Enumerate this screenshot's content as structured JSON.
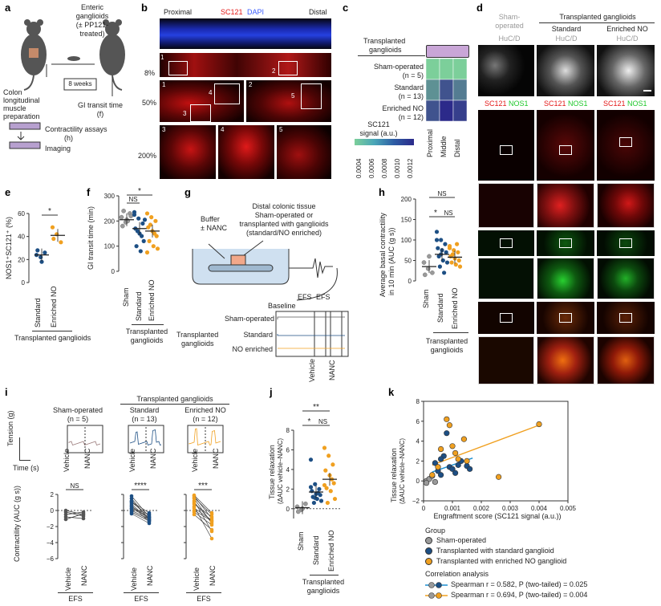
{
  "panels": {
    "a": {
      "label": "a",
      "enteric": "Enteric",
      "ganglioids": "ganglioids",
      "pp121": "(± PP121-",
      "treated": "treated)",
      "weeks": "8 weeks",
      "colon1": "Colon",
      "colon2": "longitudinal",
      "colon3": "muscle",
      "colon4": "preparation",
      "transit1": "GI transit time",
      "transit2": "(f)",
      "contract": "Contractility assays",
      "contract2": "(h)",
      "imaging": "Imaging"
    },
    "b": {
      "label": "b",
      "proximal": "Proximal",
      "sc121": "SC121",
      "dapi": "DAPI",
      "distal": "Distal",
      "mag8": "8%",
      "mag50": "50%",
      "mag200": "200%",
      "n1": "1",
      "n2": "2",
      "n3": "3",
      "n4": "4",
      "n5": "5"
    },
    "c": {
      "label": "c",
      "header1": "Transplanted",
      "header2": "ganglioids",
      "rows": [
        {
          "name": "Sham-operated",
          "n": "(n = 5)"
        },
        {
          "name": "Standard",
          "n": "(n = 13)"
        },
        {
          "name": "Enriched NO",
          "n": "(n = 12)"
        }
      ],
      "cols": [
        "Proximal",
        "Middle",
        "Distal"
      ],
      "colorbar_title1": "SC121",
      "colorbar_title2": "signal (a.u.)",
      "colorbar_ticks": [
        "0.0004",
        "0.0006",
        "0.0008",
        "0.0010",
        "0.0012"
      ]
    },
    "d": {
      "label": "d",
      "sham1": "Sham-",
      "sham2": "operated",
      "transplanted": "Transplanted ganglioids",
      "standard": "Standard",
      "enriched": "Enriched NO",
      "hucd": "HuC/D",
      "sc121": "SC121",
      "nos1": "NOS1"
    },
    "e": {
      "label": "e",
      "ylabel": "NOS1⁺SC121⁺ (%)",
      "yticks": [
        "0",
        "20",
        "40",
        "60"
      ],
      "sig": "*",
      "xcats": [
        "Standard",
        "Enriched NO"
      ],
      "group": "Transplanted ganglioids"
    },
    "f": {
      "label": "f",
      "ylabel": "GI transit time (min)",
      "yticks": [
        "0",
        "100",
        "200",
        "300"
      ],
      "sig_top": "*",
      "sig_ns": "NS",
      "xcats": [
        "Sham",
        "Standard",
        "Enriched NO"
      ],
      "group": "Transplanted ganglioids"
    },
    "g": {
      "label": "g",
      "buffer1": "Buffer",
      "buffer2": "± NANC",
      "tissue1": "Distal colonic tissue",
      "tissue2": "Sham-operated or",
      "tissue3": "transplanted with ganglioids",
      "tissue4": "(standard/NO enriched)",
      "baseline": "Baseline",
      "efs": "EFS",
      "sham": "Sham-operated",
      "standard": "Standard",
      "enriched": "NO enriched",
      "transplanted1": "Transplanted",
      "transplanted2": "ganglioids",
      "vehicle": "Vehicle",
      "nanc": "NANC"
    },
    "h": {
      "label": "h",
      "ylabel1": "Average basal contractility",
      "ylabel2": "in 10 min (AUC (g s))",
      "yticks": [
        "0",
        "50",
        "100",
        "150",
        "200"
      ],
      "sig_ns_top": "NS",
      "sig_star": "*",
      "sig_ns": "NS",
      "xcats": [
        "Sham",
        "Standard",
        "Enriched NO"
      ],
      "group": "Transplanted ganglioids"
    },
    "i": {
      "label": "i",
      "tension": "Tension (g)",
      "time": "Time (s)",
      "sham": "Sham-operated",
      "sham_n": "(n = 5)",
      "transplanted": "Transplanted ganglioids",
      "standard": "Standard",
      "standard_n": "(n = 13)",
      "enriched": "Enriched NO",
      "enriched_n": "(n = 12)",
      "vehicle": "Vehicle",
      "nanc": "NANC",
      "ylabel": "Contractility (AUC (g s))",
      "yticks": [
        "2",
        "0",
        "−2",
        "−4",
        "−6"
      ],
      "sig": [
        "NS",
        "****",
        "***"
      ],
      "efs": "EFS"
    },
    "j": {
      "label": "j",
      "ylabel1": "Tissue relaxation",
      "ylabel2": "(ΔAUC vehicle−NANC)",
      "yticks": [
        "0",
        "2",
        "4",
        "6",
        "8"
      ],
      "sig_top": "**",
      "sig_star": "*",
      "sig_ns": "NS",
      "xcats": [
        "Sham",
        "Standard",
        "Enriched NO"
      ],
      "group1": "Transplanted",
      "group2": "ganglioids"
    },
    "k": {
      "label": "k",
      "ylabel1": "Tissue relaxation",
      "ylabel2": "(ΔAUC vehicle−NANC)",
      "xlabel": "Engraftment score (SC121 signal (a.u.))",
      "yticks": [
        "−2",
        "0",
        "2",
        "4",
        "6",
        "8"
      ],
      "xticks": [
        "0",
        "0.001",
        "0.002",
        "0.003",
        "0.004",
        "0.005"
      ],
      "legend_group": "Group",
      "legend_items": [
        "Sham-operated",
        "Transplanted with standard ganglioid",
        "Transplanted with enriched NO ganglioid"
      ],
      "corr_title": "Correlation analysis",
      "corr_std": "Spearman r = 0.582, P (two-tailed) = 0.025",
      "corr_enr": "Spearman r = 0.694, P (two-tailed) = 0.004"
    }
  },
  "colors": {
    "sham": "#9a9a9a",
    "standard": "#1d4f84",
    "enriched": "#f0a020",
    "red": "#e41818",
    "green": "#1ec82a",
    "heat_low": "#7ccf9a",
    "heat_high": "#2c2a8a"
  },
  "chart_data": [
    {
      "panel": "c",
      "type": "heatmap",
      "rows": [
        "Sham-operated",
        "Standard",
        "Enriched NO"
      ],
      "cols": [
        "Proximal",
        "Middle",
        "Distal"
      ],
      "values": [
        [
          0.0004,
          0.0004,
          0.0004
        ],
        [
          0.0007,
          0.001,
          0.0008
        ],
        [
          0.001,
          0.0012,
          0.0011
        ]
      ],
      "range": [
        0.0004,
        0.0012
      ]
    },
    {
      "panel": "e",
      "type": "scatter",
      "ylim": [
        0,
        60
      ],
      "series": [
        {
          "name": "Standard",
          "values": [
            24,
            22,
            26,
            28,
            18
          ]
        },
        {
          "name": "Enriched NO",
          "values": [
            48,
            42,
            35,
            38
          ]
        }
      ],
      "means": [
        24,
        41
      ]
    },
    {
      "panel": "f",
      "type": "scatter",
      "ylim": [
        0,
        300
      ],
      "series": [
        {
          "name": "Sham",
          "values": [
            215,
            195,
            230,
            180,
            205,
            220,
            240,
            200
          ]
        },
        {
          "name": "Standard",
          "values": [
            235,
            210,
            190,
            170,
            150,
            120,
            100,
            80,
            205,
            160,
            140,
            225
          ]
        },
        {
          "name": "Enriched NO",
          "values": [
            230,
            215,
            200,
            175,
            160,
            140,
            120,
            100,
            90,
            185,
            150,
            75
          ]
        }
      ],
      "means": [
        205,
        170,
        160
      ]
    },
    {
      "panel": "h",
      "type": "scatter",
      "ylim": [
        0,
        200
      ],
      "series": [
        {
          "name": "Sham",
          "values": [
            45,
            30,
            20,
            15,
            60
          ]
        },
        {
          "name": "Standard",
          "values": [
            120,
            100,
            90,
            80,
            75,
            70,
            60,
            50,
            45,
            35,
            20,
            100,
            65
          ]
        },
        {
          "name": "Enriched NO",
          "values": [
            85,
            75,
            70,
            60,
            55,
            50,
            45,
            40,
            35,
            65,
            90,
            80
          ]
        }
      ],
      "means": [
        35,
        65,
        58
      ]
    },
    {
      "panel": "i",
      "type": "line",
      "ylim": [
        -6,
        2
      ],
      "series": [
        {
          "name": "Sham-operated",
          "pairs": [
            [
              0,
              -0.5
            ],
            [
              -0.5,
              -0.2
            ],
            [
              -0.8,
              -1.0
            ],
            [
              -0.2,
              -0.7
            ],
            [
              -1.1,
              -0.4
            ]
          ]
        },
        {
          "name": "Standard",
          "pairs": [
            [
              1.8,
              -0.8
            ],
            [
              1.5,
              -1.2
            ],
            [
              1.2,
              -1.0
            ],
            [
              1.0,
              -0.6
            ],
            [
              0.6,
              -1.4
            ],
            [
              0.5,
              -0.9
            ],
            [
              0.3,
              -0.5
            ],
            [
              0.0,
              -1.1
            ],
            [
              -0.2,
              -1.3
            ],
            [
              -0.4,
              -1.6
            ],
            [
              0.8,
              -1.2
            ],
            [
              1.1,
              -0.3
            ],
            [
              0.2,
              -0.8
            ]
          ]
        },
        {
          "name": "Enriched NO",
          "pairs": [
            [
              1.8,
              -1.0
            ],
            [
              1.6,
              -0.5
            ],
            [
              1.5,
              -1.6
            ],
            [
              1.2,
              -2.6
            ],
            [
              1.0,
              -1.4
            ],
            [
              0.5,
              -3.5
            ],
            [
              0.3,
              -1.2
            ],
            [
              -0.2,
              -1.8
            ],
            [
              -0.5,
              -2.4
            ],
            [
              0.8,
              -0.8
            ],
            [
              1.9,
              -0.3
            ],
            [
              0.0,
              -1.3
            ]
          ]
        }
      ]
    },
    {
      "panel": "j",
      "type": "scatter",
      "ylim": [
        -1,
        8
      ],
      "series": [
        {
          "name": "Sham",
          "values": [
            0.2,
            -0.1,
            0.5,
            -0.3,
            0.0
          ]
        },
        {
          "name": "Standard",
          "values": [
            5.0,
            2.5,
            2.0,
            1.8,
            1.5,
            1.4,
            1.2,
            1.0,
            0.8,
            0.6,
            1.6,
            2.2,
            1.1
          ]
        },
        {
          "name": "Enriched NO",
          "values": [
            6.2,
            5.4,
            4.5,
            3.9,
            3.4,
            2.6,
            2.1,
            1.8,
            1.0,
            0.6,
            3.0,
            2.4
          ]
        }
      ],
      "means": [
        0.1,
        1.7,
        3.0
      ]
    },
    {
      "panel": "k",
      "type": "scatter",
      "xlabel": "Engraftment score (SC121 signal (a.u.))",
      "ylabel": "Tissue relaxation (ΔAUC vehicle−NANC)",
      "xlim": [
        0,
        0.005
      ],
      "ylim": [
        -2,
        8
      ],
      "series": [
        {
          "name": "Sham-operated",
          "points": [
            [
              0.0001,
              0.0
            ],
            [
              0.0002,
              0.2
            ],
            [
              0.0003,
              0.5
            ],
            [
              0.0001,
              -0.2
            ],
            [
              0.0004,
              -0.1
            ]
          ]
        },
        {
          "name": "Transplanted with standard ganglioid",
          "points": [
            [
              0.0004,
              1.8
            ],
            [
              0.0005,
              1.0
            ],
            [
              0.0006,
              0.6
            ],
            [
              0.0007,
              2.5
            ],
            [
              0.0008,
              4.8
            ],
            [
              0.0009,
              1.4
            ],
            [
              0.001,
              1.2
            ],
            [
              0.0011,
              0.8
            ],
            [
              0.0013,
              2.0
            ],
            [
              0.0015,
              1.5
            ],
            [
              0.0016,
              1.2
            ],
            [
              0.0006,
              2.2
            ],
            [
              0.0012,
              1.6
            ]
          ]
        },
        {
          "name": "Transplanted with enriched NO ganglioid",
          "points": [
            [
              0.0003,
              0.6
            ],
            [
              0.0005,
              1.4
            ],
            [
              0.0006,
              3.2
            ],
            [
              0.0008,
              6.2
            ],
            [
              0.0009,
              5.6
            ],
            [
              0.001,
              3.5
            ],
            [
              0.0011,
              2.8
            ],
            [
              0.0012,
              2.2
            ],
            [
              0.0014,
              4.2
            ],
            [
              0.0015,
              2.0
            ],
            [
              0.0026,
              0.4
            ],
            [
              0.004,
              5.7
            ]
          ]
        }
      ],
      "fits": [
        {
          "name": "Transplanted with standard ganglioid",
          "from": [
            0.0003,
            0.9
          ],
          "to": [
            0.0017,
            2.3
          ]
        },
        {
          "name": "Transplanted with enriched NO ganglioid",
          "from": [
            0.0003,
            1.6
          ],
          "to": [
            0.004,
            5.6
          ]
        }
      ]
    }
  ]
}
